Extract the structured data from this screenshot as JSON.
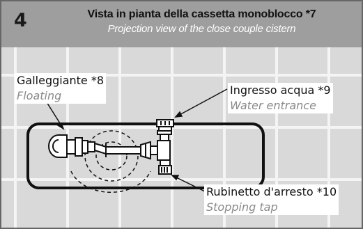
{
  "header": {
    "step_number": "4",
    "title": "Vista in pianta della cassetta monoblocco *7",
    "subtitle": "Projection view of the close couple cistern"
  },
  "labels": {
    "floating": {
      "it": "Galleggiante *8",
      "en": "Floating"
    },
    "water_entrance": {
      "it": "Ingresso acqua *9",
      "en": "Water entrance"
    },
    "stopping_tap": {
      "it": "Rubinetto d'arresto *10",
      "en": "Stopping tap"
    }
  },
  "colors": {
    "header_bg": "#9e9e9e",
    "tile": "#d9d9d9",
    "grout": "#f2f2f2",
    "subtitle": "#ffffff",
    "translation": "#8a8a8a"
  }
}
